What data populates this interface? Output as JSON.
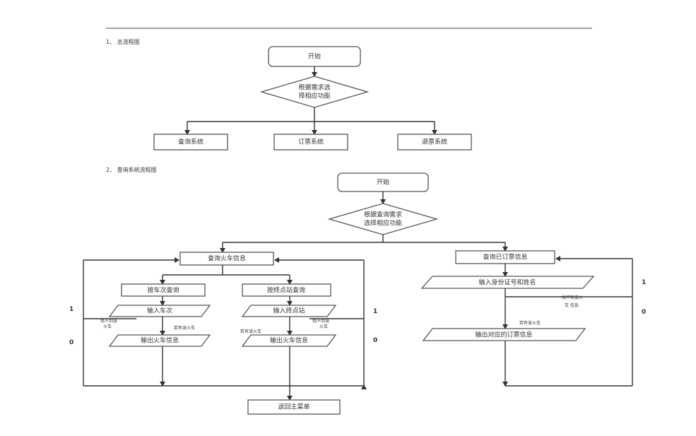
{
  "headings": {
    "h1": "1、 总流程图",
    "h2": "2、 查询系统流程图"
  },
  "overall": {
    "start": "开始",
    "decision_line1": "根据需求选",
    "decision_line2": "择相应功能",
    "query_system": "查询系统",
    "booking_system": "订票系统",
    "refund_system": "退票系统"
  },
  "query_flow": {
    "start": "开始",
    "decision_line1": "根据查询需求",
    "decision_line2": "选择相应功能",
    "train_info": "查询火车信息",
    "by_train_no": "按车次查询",
    "by_station": "按终点站查询",
    "input_train_no": "输入车次",
    "input_station": "输入终点站",
    "output_train_info_1": "输出火车信息",
    "output_train_info_2": "输出火车信息",
    "booked_info": "查询已订票信息",
    "input_id_name": "输入身份证号和姓名",
    "output_booking": "输出对应的订票信息",
    "return_menu": "返回主菜单",
    "cond_not_found_1": "找不到该",
    "cond_not_found_1b": "火车",
    "cond_found_1": "若有该火车",
    "cond_found_2": "若有该火车",
    "cond_not_found_2": "找不到该",
    "cond_not_found_2b": "火车",
    "cond_not_found_3": "找不到该火",
    "cond_not_found_3b": "车 信息",
    "cond_found_3": "若有该火车",
    "label_1_left": "1",
    "label_0_left": "0",
    "label_1_mid": "1",
    "label_0_mid": "0",
    "label_1_right": "1",
    "label_0_right": "0"
  }
}
